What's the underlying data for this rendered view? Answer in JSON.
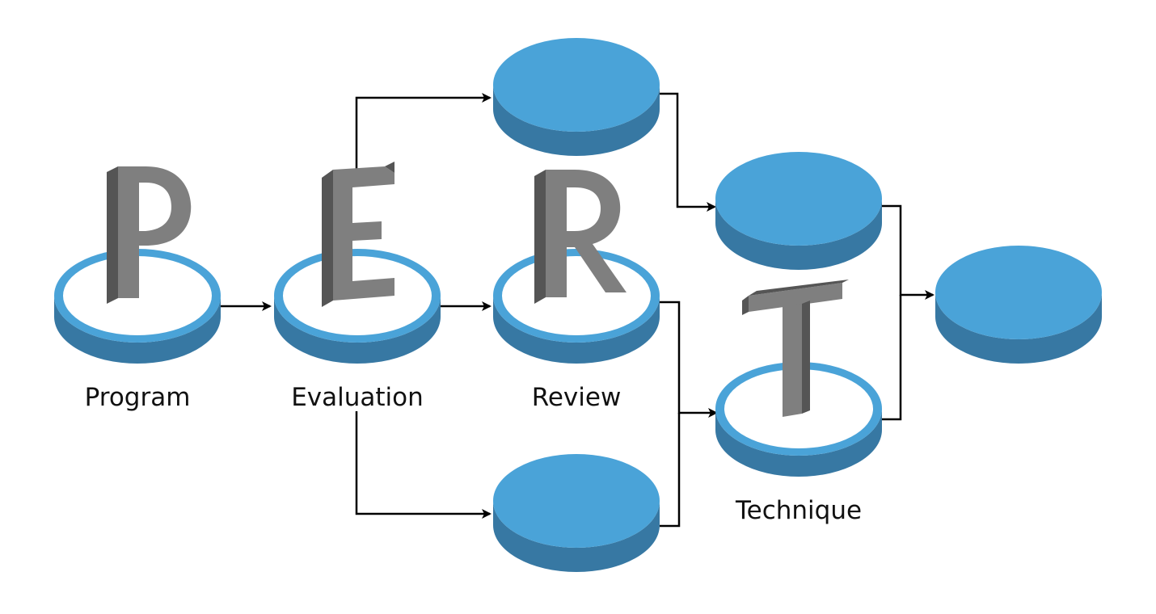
{
  "diagram": {
    "title": "",
    "colors": {
      "disk_top": "#4AA3D8",
      "disk_side": "#3778A3",
      "disk_inner": "#FFFFFF",
      "letter_face": "#7F7F7F",
      "letter_side": "#555555",
      "connector": "#000000"
    },
    "nodes": [
      {
        "id": "program",
        "letter": "P",
        "label": "Program"
      },
      {
        "id": "evaluation",
        "letter": "E",
        "label": "Evaluation"
      },
      {
        "id": "review",
        "letter": "R",
        "label": "Review"
      },
      {
        "id": "technique",
        "letter": "T",
        "label": "Technique"
      },
      {
        "id": "top-blank",
        "letter": "",
        "label": ""
      },
      {
        "id": "bottom-blank",
        "letter": "",
        "label": ""
      },
      {
        "id": "upper-right-blank",
        "letter": "",
        "label": ""
      },
      {
        "id": "end-blank",
        "letter": "",
        "label": ""
      }
    ],
    "edges": [
      {
        "from": "program",
        "to": "evaluation"
      },
      {
        "from": "evaluation",
        "to": "top-blank"
      },
      {
        "from": "evaluation",
        "to": "review"
      },
      {
        "from": "evaluation",
        "to": "bottom-blank"
      },
      {
        "from": "top-blank",
        "to": "upper-right-blank"
      },
      {
        "from": "review",
        "to": "technique"
      },
      {
        "from": "bottom-blank",
        "to": "technique"
      },
      {
        "from": "upper-right-blank",
        "to": "end-blank"
      },
      {
        "from": "technique",
        "to": "end-blank"
      }
    ]
  }
}
